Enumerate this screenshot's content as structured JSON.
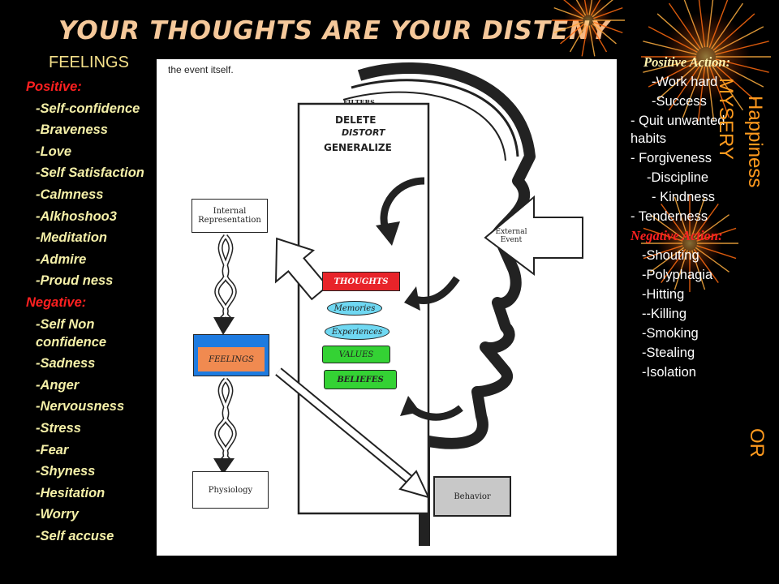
{
  "title": "YOUR THOUGHTS ARE YOUR DISTENY",
  "feelings_heading": "FEELINGS",
  "left_items": [
    {
      "text": "Positive:",
      "style": "red"
    },
    {
      "text": "-Self-confidence",
      "style": "ind"
    },
    {
      "text": "-Braveness",
      "style": "ind"
    },
    {
      "text": "-Love",
      "style": "ind"
    },
    {
      "text": "-Self Satisfaction",
      "style": "ind"
    },
    {
      "text": "-Calmness",
      "style": "ind"
    },
    {
      "text": "-Alkhoshoo3",
      "style": "ind"
    },
    {
      "text": "-Meditation",
      "style": "ind"
    },
    {
      "text": "-Admire",
      "style": "ind"
    },
    {
      "text": "-Proud ness",
      "style": "ind"
    },
    {
      "text": "Negative:",
      "style": "red"
    },
    {
      "text": "-Self Non confidence",
      "style": "ind"
    },
    {
      "text": "-Sadness",
      "style": "ind"
    },
    {
      "text": "-Anger",
      "style": "ind"
    },
    {
      "text": "-Nervousness",
      "style": "ind"
    },
    {
      "text": "-Stress",
      "style": "ind"
    },
    {
      "text": "-Fear",
      "style": "ind"
    },
    {
      "text": "-Shyness",
      "style": "ind"
    },
    {
      "text": "-Hesitation",
      "style": "ind"
    },
    {
      "text": "-Worry",
      "style": "ind"
    },
    {
      "text": "-Self accuse",
      "style": "ind"
    }
  ],
  "diagram": {
    "caption": "the event itself.",
    "filters": "FILTERS",
    "delete": "DELETE",
    "distort": "DISTORT",
    "generalize": "GENERALIZE",
    "internal_rep": "Internal Representation",
    "external_event": "External Event",
    "thoughts": "THOUGHTS",
    "memories": "Memories",
    "experiences": "Experiences",
    "values": "VALUES",
    "beliefs": "BELIEFES",
    "feelings": "FEELINGS",
    "physiology": "Physiology",
    "behavior": "Behavior"
  },
  "right_items": [
    {
      "text": "Positive Action:",
      "style": "head",
      "color": "#fff4b0",
      "indent": 16
    },
    {
      "text": "-Work hard",
      "style": "",
      "color": "#ffffff",
      "indent": 26
    },
    {
      "text": "-Success",
      "style": "",
      "color": "#ffffff",
      "indent": 26
    },
    {
      "text": "- Quit unwanted habits",
      "style": "",
      "color": "#ffffff",
      "indent": 0
    },
    {
      "text": "- Forgiveness",
      "style": "",
      "color": "#ffffff",
      "indent": 0
    },
    {
      "text": "-Discipline",
      "style": "",
      "color": "#ffffff",
      "indent": 20
    },
    {
      "text": "- Kindness",
      "style": "",
      "color": "#ffffff",
      "indent": 26
    },
    {
      "text": "- Tenderness",
      "style": "",
      "color": "#ffffff",
      "indent": 0
    },
    {
      "text": "Negative Action:",
      "style": "head",
      "color": "#ff2020",
      "indent": 0
    },
    {
      "text": "-Shouting",
      "style": "",
      "color": "#ffffff",
      "indent": 14
    },
    {
      "text": "-Polyphagia",
      "style": "",
      "color": "#ffffff",
      "indent": 14
    },
    {
      "text": "-Hitting",
      "style": "",
      "color": "#ffffff",
      "indent": 14
    },
    {
      "text": "--Killing",
      "style": "",
      "color": "#ffffff",
      "indent": 14
    },
    {
      "text": "-Smoking",
      "style": "",
      "color": "#ffffff",
      "indent": 14
    },
    {
      "text": "-Stealing",
      "style": "",
      "color": "#ffffff",
      "indent": 14
    },
    {
      "text": "-Isolation",
      "style": "",
      "color": "#ffffff",
      "indent": 14
    }
  ],
  "vertical": {
    "happiness": "Happiness",
    "mysery": "MYSERY",
    "or": "OR"
  },
  "colors": {
    "title": "#f5c89a",
    "positive_red": "#ff2020",
    "vertical_orange": "#ff9a1e",
    "thoughts_red": "#e8242a",
    "feelings_orange": "#f08a50",
    "feelings_blue": "#1e7be0",
    "values_green": "#34d234",
    "memories_cyan": "#6fd8f2"
  }
}
